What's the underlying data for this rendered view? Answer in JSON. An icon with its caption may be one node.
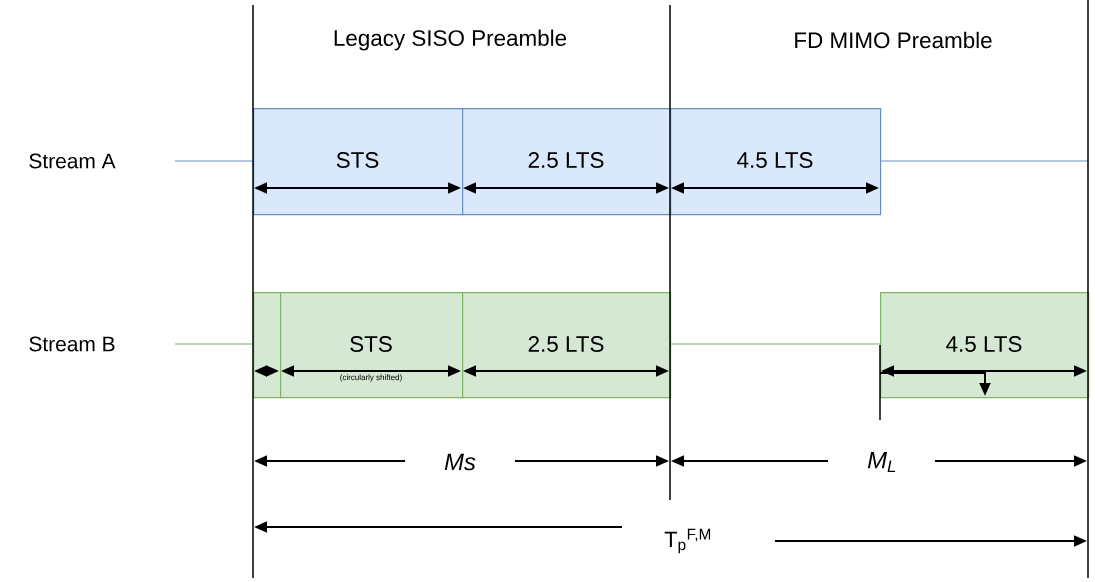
{
  "diagram": {
    "nodes": [
      {
        "text": [
          "STS"
        ]
      },
      {
        "text": [
          "2.5 LTS"
        ]
      },
      {
        "text": [
          "4.5 LTS"
        ]
      },
      {
        "text": [],
        "shape": "box"
      },
      {
        "text": [
          "STS",
          "(circularly shifted)"
        ]
      },
      {
        "text": [
          "2.5 LTS"
        ]
      },
      {
        "text": [
          "4.5 LTS"
        ]
      }
    ],
    "edges": [
      {
        "from": 5,
        "to": 6,
        "arrow": "none",
        "color": "#82b366"
      }
    ],
    "labels": [
      "Legacy SISO Preamble",
      "FD MIMO Preamble",
      "Stream A",
      "Stream B",
      "Ms",
      "M$_{L}$",
      "T$_{p}$$^{F,M}$"
    ]
  }
}
